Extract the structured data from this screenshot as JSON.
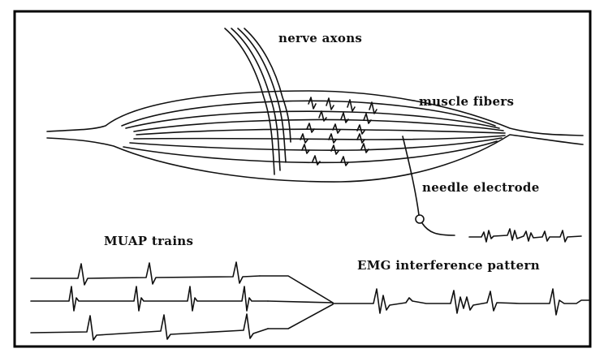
{
  "labels": {
    "nerve_axons": "nerve axons",
    "muscle_fibers": "muscle fibers",
    "needle_electrode": "needle electrode",
    "muap_trains": "MUAP trains",
    "emg_interference_pattern": "EMG interference pattern"
  },
  "colors": {
    "ink": "#111111",
    "background": "#ffffff",
    "frame": "#000000"
  }
}
